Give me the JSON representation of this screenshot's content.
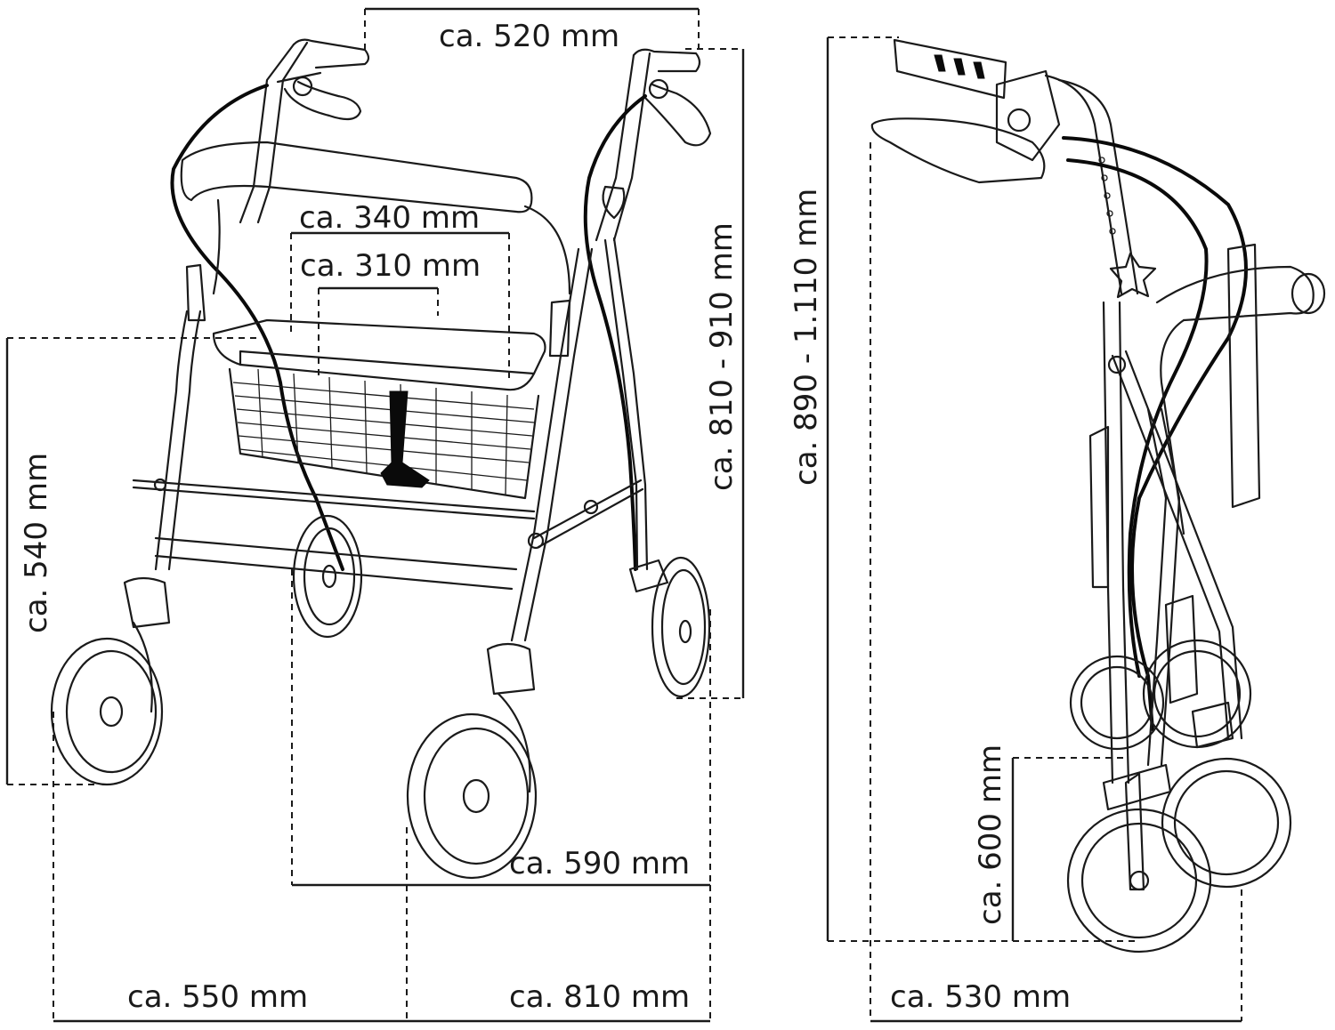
{
  "front_view": {
    "labels": {
      "handle_width": "ca. 520 mm",
      "seat_width_outer": "ca. 340 mm",
      "seat_width_inner": "ca. 310 mm",
      "seat_height": "ca. 540 mm",
      "handle_height": "ca. 810 - 910 mm",
      "depth": "ca. 590 mm",
      "base_width": "ca. 550 mm",
      "base_length": "ca. 810 mm"
    }
  },
  "side_view": {
    "labels": {
      "folded_height": "ca. 890 - 1.110 mm",
      "folded_depth": "ca. 600 mm",
      "folded_width": "ca. 530 mm"
    }
  }
}
